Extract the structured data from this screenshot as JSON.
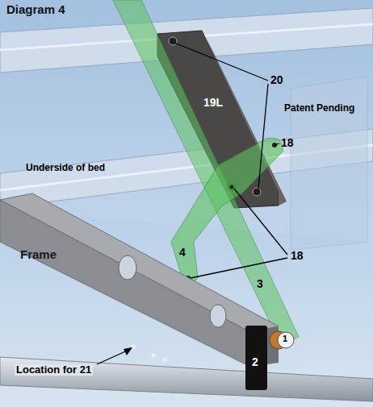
{
  "diagram": {
    "title": "Diagram 4",
    "labels": [
      "20",
      "19L",
      "Patent Pending",
      "18",
      "Underside of bed",
      "18",
      "4",
      "Frame",
      "3",
      "1",
      "2",
      "Location for 21"
    ]
  }
}
